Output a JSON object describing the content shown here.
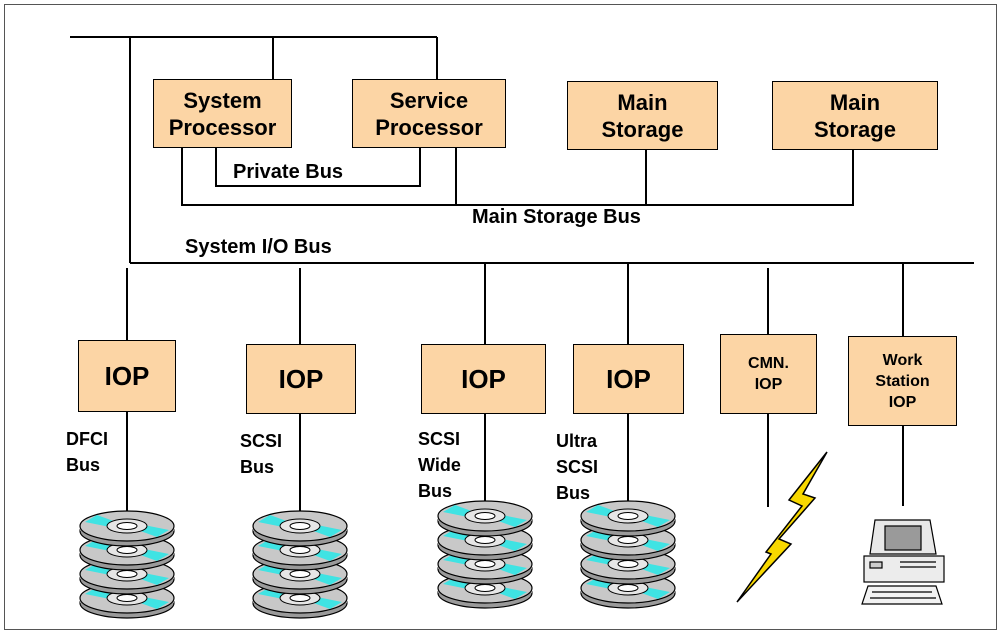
{
  "colors": {
    "box_fill": "#fcd5a5",
    "line": "#000000",
    "disk_light": "#c8c8c8",
    "disk_cyan": "#3fe3e3",
    "bolt": "#f8d800"
  },
  "top_boxes": {
    "system_processor": "System\nProcessor",
    "service_processor": "Service\nProcessor",
    "main_storage_1": "Main\nStorage",
    "main_storage_2": "Main\nStorage"
  },
  "buses": {
    "private": "Private Bus",
    "main_storage": "Main Storage Bus",
    "system_io": "System I/O Bus"
  },
  "iops": [
    {
      "label": "IOP",
      "bus": "DFCI\nBus",
      "device": "disk-stack-icon"
    },
    {
      "label": "IOP",
      "bus": "SCSI\nBus",
      "device": "disk-stack-icon"
    },
    {
      "label": "IOP",
      "bus": "SCSI\nWide\nBus",
      "device": "disk-stack-icon"
    },
    {
      "label": "IOP",
      "bus": "Ultra\nSCSI\nBus",
      "device": "disk-stack-icon"
    },
    {
      "label": "CMN.\nIOP",
      "bus": "",
      "device": "lightning-bolt-icon"
    },
    {
      "label": "Work\nStation\nIOP",
      "bus": "",
      "device": "workstation-computer-icon"
    }
  ]
}
